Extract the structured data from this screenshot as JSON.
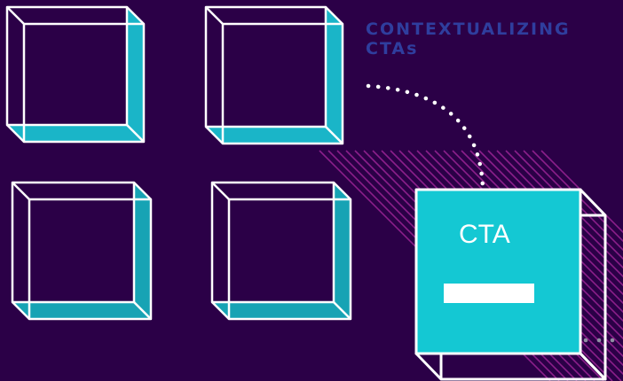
{
  "heading": {
    "line1": "CONTEXTUALIZING",
    "line2": "CTAs"
  },
  "cta_card": {
    "label": "CTA"
  },
  "colors": {
    "background": "#2b0047",
    "heading": "#2f3e9e",
    "cube_fill": "#1ab5c8",
    "cube_fill_dim": "#17a3b4",
    "cta_face": "#14c8d3",
    "outline": "#ffffff",
    "hatch": "#8b1f8a"
  }
}
